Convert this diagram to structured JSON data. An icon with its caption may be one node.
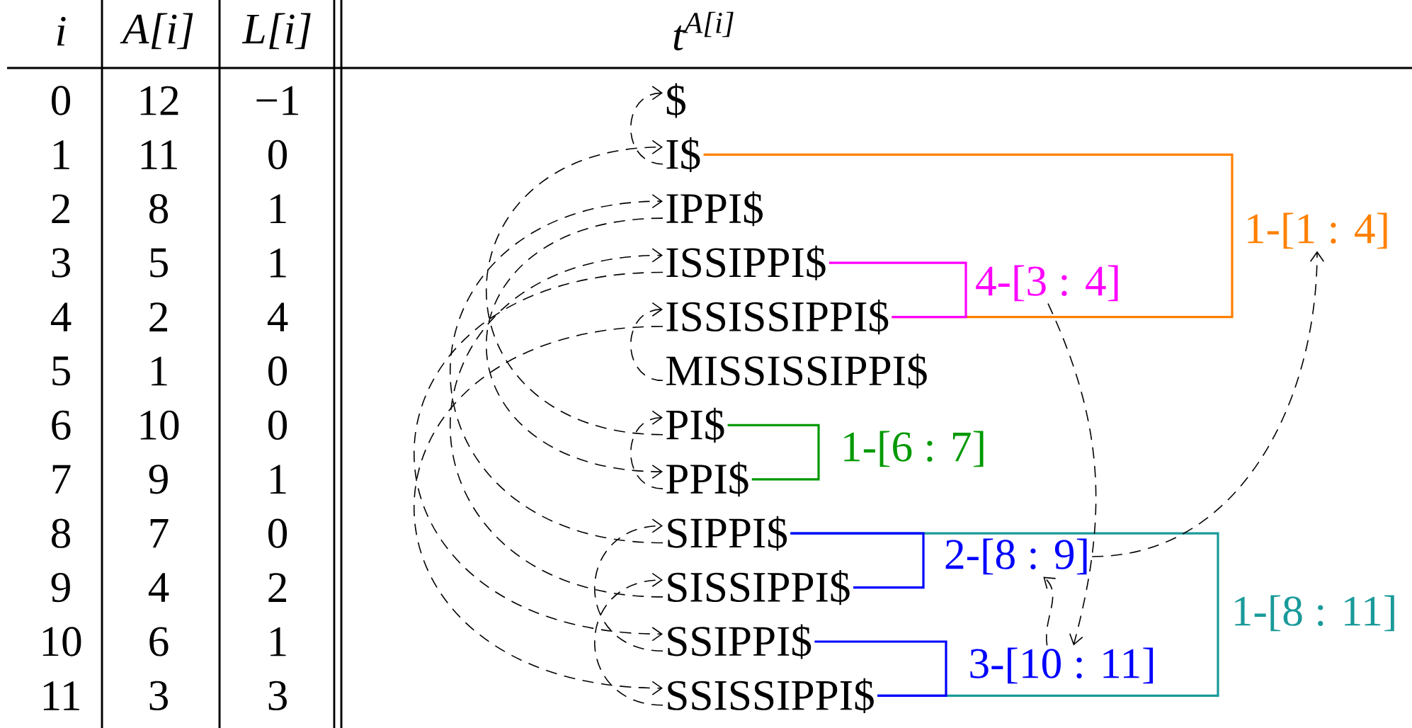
{
  "diagram": {
    "nodes": [
      {
        "text": [
          "$"
        ]
      },
      {
        "text": [
          "I$"
        ]
      },
      {
        "text": [
          "IPPI$"
        ]
      },
      {
        "text": [
          "ISSIPPI$"
        ]
      },
      {
        "text": [
          "ISSISSIPPI$"
        ]
      },
      {
        "text": [
          "MISSISSIPPI$"
        ]
      },
      {
        "text": [
          "PI$"
        ]
      },
      {
        "text": [
          "PPI$"
        ]
      },
      {
        "text": [
          "SIPPI$"
        ]
      },
      {
        "text": [
          "SISSIPPI$"
        ]
      },
      {
        "text": [
          "SSIPPI$"
        ]
      },
      {
        "text": [
          "SSISSIPPI$"
        ]
      },
      {
        "text": [
          "1-[1 : 4]"
        ]
      },
      {
        "text": [
          "4-[3 : 4]"
        ]
      },
      {
        "text": [
          "1-[6 : 7]"
        ]
      },
      {
        "text": [
          "2-[8 : 9]"
        ]
      },
      {
        "text": [
          "1-[8 : 11]"
        ]
      },
      {
        "text": [
          "3-[10 : 11]"
        ]
      }
    ],
    "edges": [
      {
        "from": 1,
        "to": 4,
        "arrow": "none",
        "color": "#ff8000"
      },
      {
        "from": 3,
        "to": 4,
        "arrow": "none",
        "color": "#ff00ff"
      },
      {
        "from": 6,
        "to": 7,
        "arrow": "none",
        "color": "#009900"
      },
      {
        "from": 8,
        "to": 11,
        "arrow": "none",
        "color": "#1a9a9a"
      },
      {
        "from": 8,
        "to": 9,
        "arrow": "none",
        "color": "#0000ff"
      },
      {
        "from": 10,
        "to": 11,
        "arrow": "none",
        "color": "#0000ff"
      },
      {
        "from": 1,
        "to": 0,
        "arrow": "to",
        "style": "dashed"
      },
      {
        "from": 2,
        "to": 7,
        "arrow": "to",
        "style": "dashed"
      },
      {
        "from": 3,
        "to": 10,
        "arrow": "to",
        "style": "dashed"
      },
      {
        "from": 4,
        "to": 11,
        "arrow": "to",
        "style": "dashed"
      },
      {
        "from": 5,
        "to": 4,
        "arrow": "to",
        "style": "dashed"
      },
      {
        "from": 6,
        "to": 1,
        "arrow": "to",
        "style": "dashed"
      },
      {
        "from": 7,
        "to": 6,
        "arrow": "to",
        "style": "dashed"
      },
      {
        "from": 8,
        "to": 2,
        "arrow": "to",
        "style": "dashed"
      },
      {
        "from": 9,
        "to": 3,
        "arrow": "to",
        "style": "dashed"
      },
      {
        "from": 10,
        "to": 8,
        "arrow": "to",
        "style": "dashed"
      },
      {
        "from": 11,
        "to": 9,
        "arrow": "to",
        "style": "dashed"
      },
      {
        "from": 13,
        "to": 17,
        "arrow": "to",
        "style": "dashed"
      },
      {
        "from": 17,
        "to": 15,
        "arrow": "to",
        "style": "dashed"
      },
      {
        "from": 15,
        "to": 12,
        "arrow": "to",
        "style": "dashed"
      }
    ],
    "labels": [
      "i",
      "A[i]",
      "L[i]",
      "t$^{A[i]}$",
      "0",
      "12",
      "−1",
      "1",
      "11",
      "0",
      "2",
      "8",
      "1",
      "3",
      "5",
      "1",
      "4",
      "2",
      "4",
      "5",
      "1",
      "0",
      "6",
      "10",
      "0",
      "7",
      "9",
      "1",
      "8",
      "7",
      "0",
      "9",
      "4",
      "2",
      "10",
      "6",
      "1",
      "11",
      "3",
      "3"
    ]
  }
}
